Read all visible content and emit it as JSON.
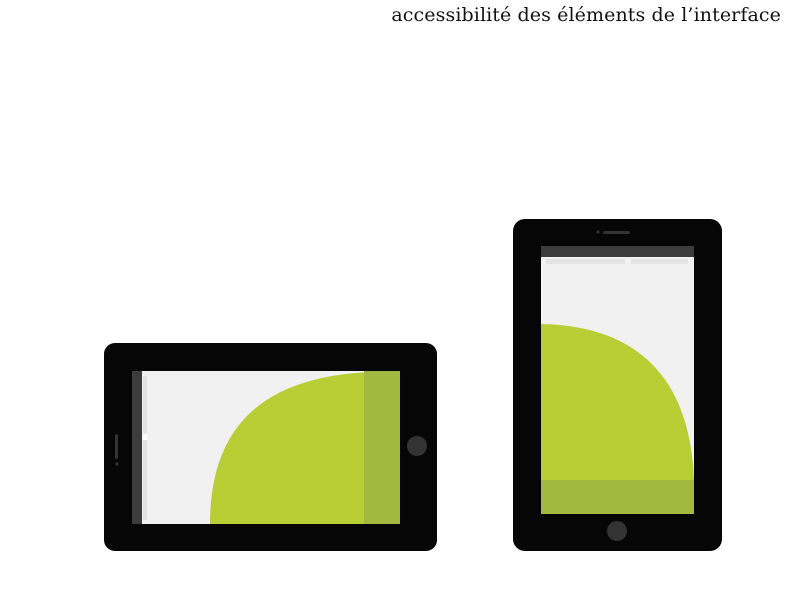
{
  "header": {
    "text": "accessibilité des éléments de l’interface"
  },
  "colors": {
    "device_body": "#060606",
    "screen_background": "#f1f1f1",
    "bar_dark": "#3c3c3c",
    "bar_light": "#e3e3e3",
    "accent_green": "#b7ce34",
    "thumb_zone": "#a3b83f",
    "home_button": "#333333"
  },
  "illustration": {
    "devices": [
      {
        "id": "landscape-tablet",
        "orientation": "landscape"
      },
      {
        "id": "portrait-tablet",
        "orientation": "portrait"
      }
    ]
  }
}
